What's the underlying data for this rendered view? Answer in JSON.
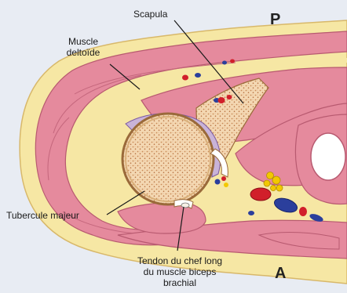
{
  "labels": {
    "scapula": "Scapula",
    "deltoid_line1": "Muscle",
    "deltoid_line2": "deltoïde",
    "tubercle": "Tubercule majeur",
    "tendon_line1": "Tendon du chef long",
    "tendon_line2": "du muscle biceps",
    "tendon_line3": "brachial"
  },
  "orientation": {
    "posterior": "P",
    "anterior": "A"
  },
  "colors": {
    "background": "#e8ecf3",
    "fat": "#f6e7a4",
    "muscle": "#e58a9d",
    "muscle_dark": "#cf6b81",
    "bone": "#f4d8b3",
    "artery": "#d11f2a",
    "vein": "#2b3f9c",
    "nerve": "#f2c800"
  }
}
